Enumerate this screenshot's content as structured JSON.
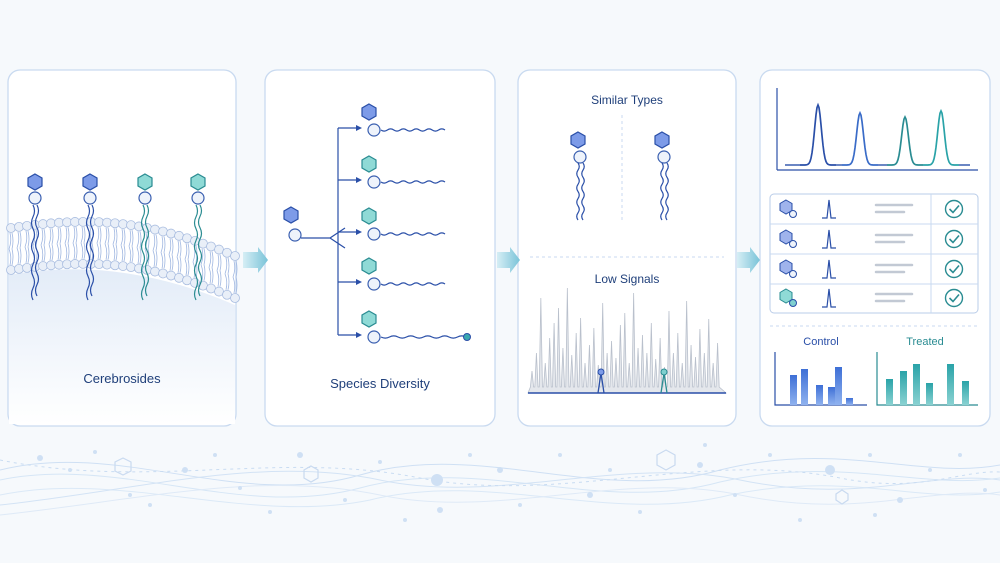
{
  "panels": [
    {
      "id": "p1",
      "label": "Cerebrosides"
    },
    {
      "id": "p2",
      "label": "Species Diversity"
    },
    {
      "id": "p3",
      "label_top": "Similar Types",
      "label_mid": "Low Signals"
    },
    {
      "id": "p4",
      "bar_labels": [
        "Control",
        "Treated"
      ]
    }
  ],
  "colors": {
    "navy": "#2a4fa8",
    "blue": "#4a7bd8",
    "teal": "#3aa8b0",
    "hex_blue": "#7d9be8",
    "hex_teal": "#7fd0cf",
    "panel_border": "#c9daf0",
    "arrow": "#8ecfe0",
    "bead": "#dde6f5"
  },
  "icons": [
    "hexagon-headgroup-icon",
    "checkmark-icon",
    "arrow-right-icon"
  ]
}
